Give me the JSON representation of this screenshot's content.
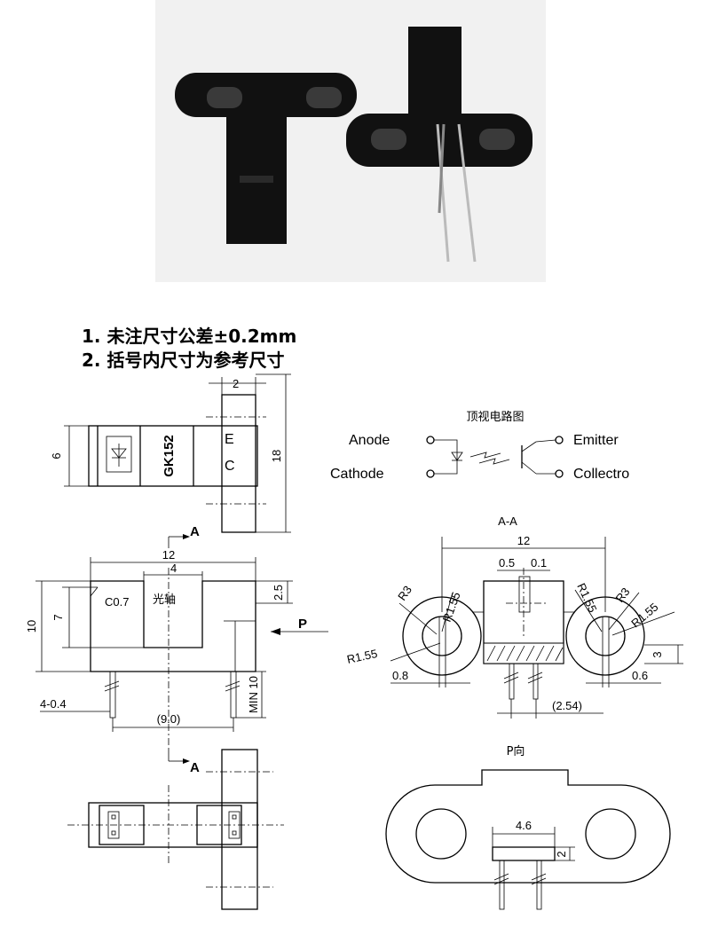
{
  "notes": [
    "1. 未注尺寸公差±0.2mm",
    "2. 括号内尺寸为参考尺寸"
  ],
  "photo": {
    "background": "#f1f1f1",
    "part_color": "#111111",
    "icon": "photo-interrupter-photo"
  },
  "side_view": {
    "part_label": "GK152",
    "pin_e": "E",
    "pin_c": "C",
    "dims": {
      "slot_width": "2",
      "body_height": "6",
      "total_length": "18"
    }
  },
  "circuit": {
    "title": "顶视电路图",
    "anode": "Anode",
    "cathode": "Cathode",
    "emitter": "Emitter",
    "collector": "Collectro"
  },
  "front_view": {
    "section_marker": "A",
    "chamfer": "C0.7",
    "aperture": "光轴",
    "direction": "P",
    "dims": {
      "width": "12",
      "slot": "4",
      "height": "10",
      "slot_depth": "7",
      "top_offset": "2.5",
      "pin_spacing": "(9.0)",
      "pin_size": "4-0.4",
      "pin_length": "MIN 10"
    }
  },
  "section_view": {
    "title": "A-A",
    "dims": {
      "width": "12",
      "slit_a": "0.5",
      "slit_b": "0.1",
      "r3_left": "R3",
      "r155_left": "R1.55",
      "r155_left_b": "R1.55",
      "r155_right": "R1.55",
      "r3_right": "R3",
      "r155_right_b": "R1.55",
      "gap_left": "0.8",
      "gap_right": "0.6",
      "flange_h": "3",
      "pin_pitch": "(2.54)"
    }
  },
  "p_view": {
    "title": "P向",
    "dims": {
      "pin_span": "4.6",
      "pin_h": "2"
    }
  }
}
